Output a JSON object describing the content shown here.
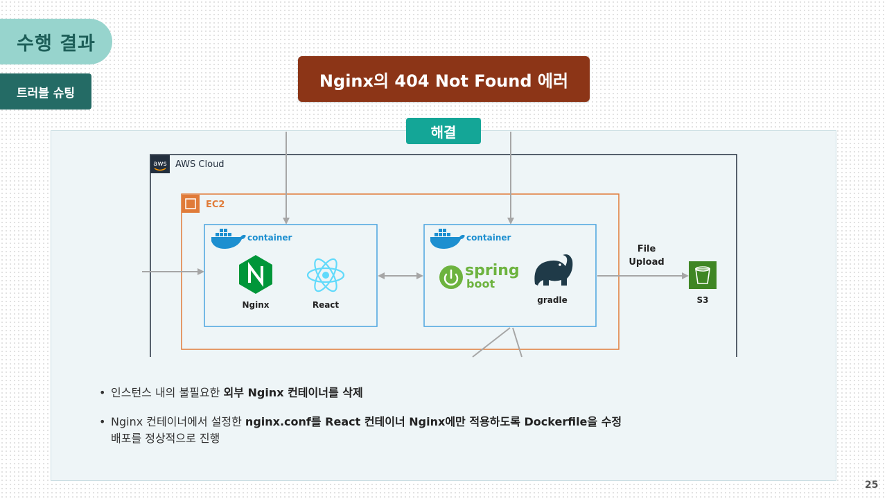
{
  "header": {
    "section_title": "수행 결과",
    "sub_tab": "트러블 슈팅",
    "error_title": "Nginx의 404 Not Found 에러",
    "resolve_badge": "해결"
  },
  "diagram": {
    "aws_logo": "aws",
    "aws_cloud_label": "AWS Cloud",
    "ec2_label": "EC2",
    "container_left": {
      "label": "container",
      "items": [
        {
          "icon": "nginx-icon",
          "label": "Nginx"
        },
        {
          "icon": "react-icon",
          "label": "React"
        }
      ]
    },
    "container_right": {
      "label": "container",
      "spring_word": "spring",
      "boot_word": "boot",
      "items": [
        {
          "icon": "gradle-icon",
          "label": "gradle"
        }
      ]
    },
    "file_upload_line1": "File",
    "file_upload_line2": "Upload",
    "s3_label": "S3",
    "colors": {
      "aws_border": "#232f3e",
      "ec2_border": "#e07b39",
      "container_border": "#4aa3df",
      "docker": "#1d8fd0",
      "nginx": "#009639",
      "react": "#61dafb",
      "spring": "#6db33f",
      "s3": "#3f8624",
      "arrow": "#a6a6a6"
    }
  },
  "bullets": [
    {
      "prefix": "인스턴스 내의 불필요한 ",
      "bold": "외부 Nginx 컨테이너를 삭제"
    },
    {
      "prefix": "Nginx 컨테이너에서 설정한 ",
      "bold": "nginx.conf를 React 컨테이너 Nginx에만 적용하도록  Dockerfile을 수정",
      "line2": "배포를 정상적으로 진행"
    }
  ],
  "page_number": "25"
}
